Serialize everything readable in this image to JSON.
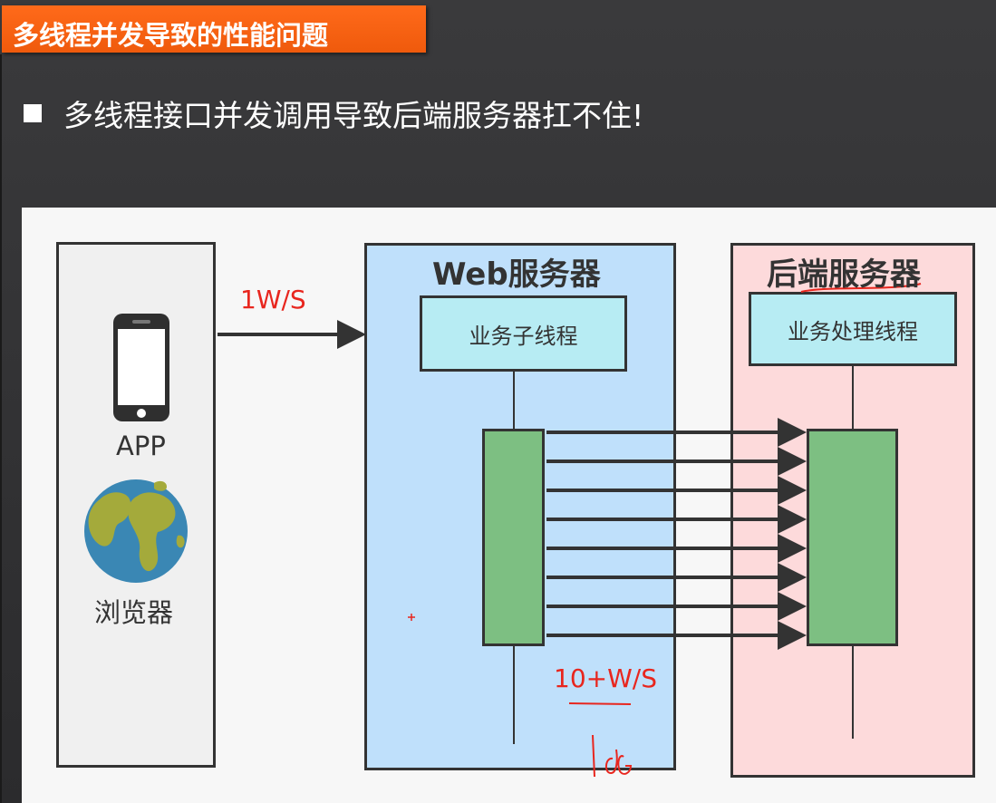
{
  "slide": {
    "title": "多线程并发导致的性能问题",
    "bullet": "多线程接口并发调用导致后端服务器扛不住!"
  },
  "diagram": {
    "client": {
      "app_label": "APP",
      "browser_label": "浏览器"
    },
    "web_server": {
      "title": "Web服务器",
      "thread_label": "业务子线程"
    },
    "backend_server": {
      "title": "后端服务器",
      "thread_label": "业务处理线程"
    },
    "request_rate": "1W/S",
    "fanout_rate": "10+W/S",
    "arrow_count": 8
  },
  "colors": {
    "title_bar": "#f2600f",
    "web_server_bg": "#bfe0fb",
    "backend_bg": "#fddadb",
    "thread_box": "#b7ecf3",
    "green_bar": "#7dbf82",
    "annotation_red": "#e8261e"
  },
  "icons": [
    "phone-icon",
    "globe-icon"
  ]
}
